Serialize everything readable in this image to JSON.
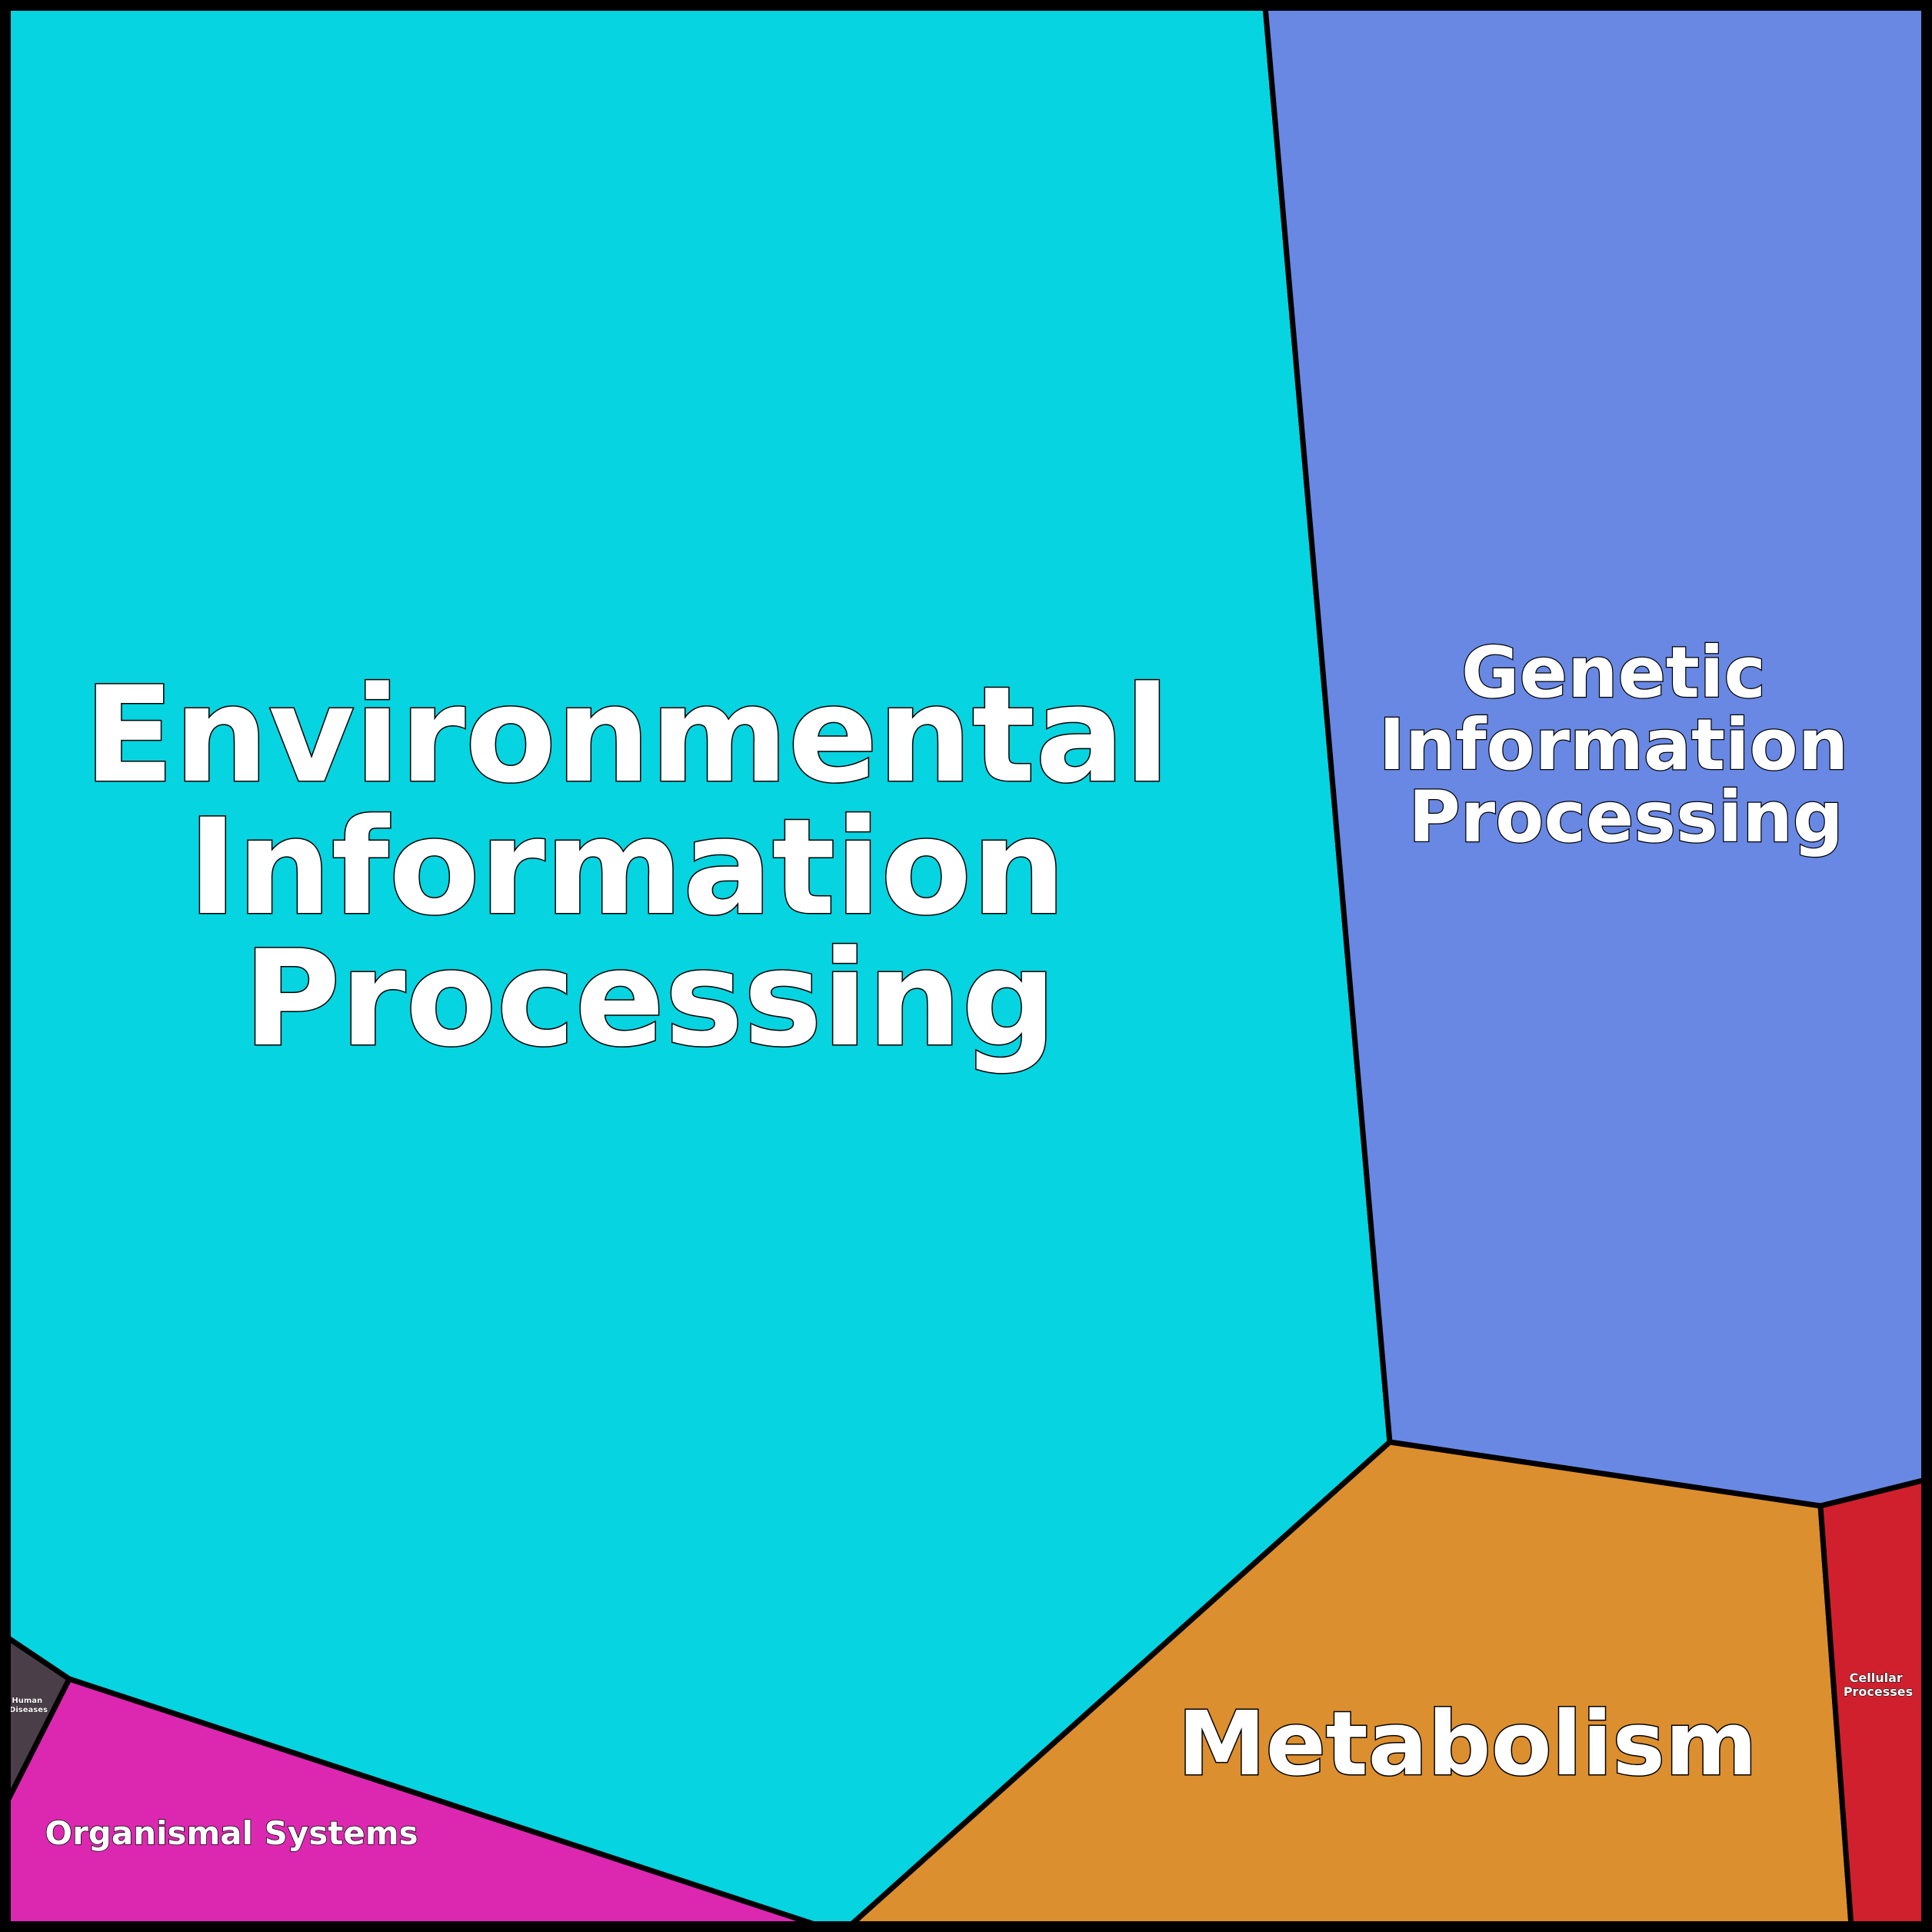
{
  "chart_data": {
    "type": "voronoi-treemap",
    "categories": [
      {
        "name": "Environmental Information Processing",
        "color": "#06d4e0"
      },
      {
        "name": "Genetic Information Processing",
        "color": "#6888e4"
      },
      {
        "name": "Metabolism",
        "color": "#dc8f2f"
      },
      {
        "name": "Cellular Processes",
        "color": "#d0202e"
      },
      {
        "name": "Organismal Systems",
        "color": "#dc28b0"
      },
      {
        "name": "Human Diseases",
        "color": "#4a3e48"
      }
    ]
  },
  "labels": {
    "environmental": [
      "Environmental",
      "Information",
      "Processing"
    ],
    "genetic": [
      "Genetic",
      "Information",
      "Processing"
    ],
    "metabolism": [
      "Metabolism"
    ],
    "cellular": [
      "Cellular",
      "Processes"
    ],
    "organismal": [
      "Organismal Systems"
    ],
    "human": [
      "Human",
      "Diseases"
    ]
  }
}
